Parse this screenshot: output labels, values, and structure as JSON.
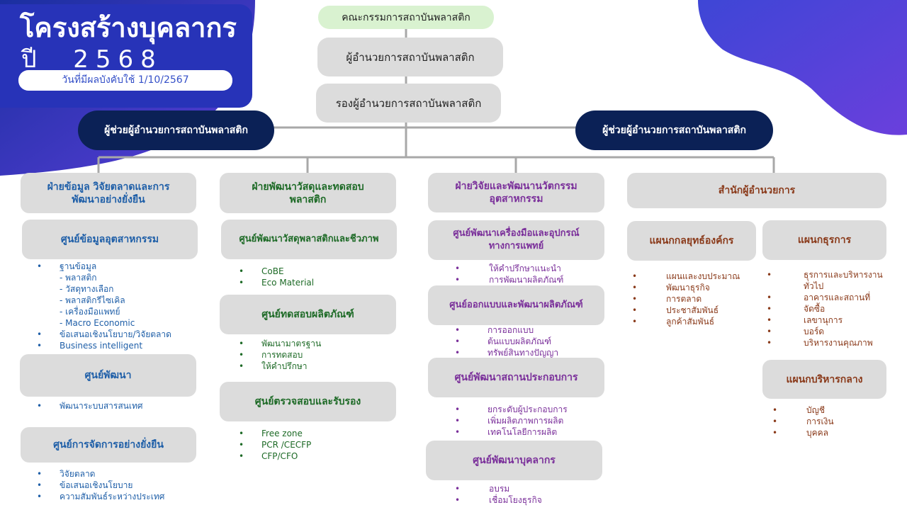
{
  "header": {
    "title": "โครงสร้างบุคลากร",
    "year": "ปี  2568",
    "effective": "วันที่มีผลบังคับใช้ 1/10/2567"
  },
  "top": {
    "committee": "คณะกรรมการสถาบันพลาสติก",
    "director": "ผู้อำนวยการสถาบันพลาสติก",
    "deputy": "รองผู้อำนวยการสถาบันพลาสติก",
    "assistant_left": "ผู้ช่วยผู้อำนวยการสถาบันพลาสติก",
    "assistant_right": "ผู้ช่วยผู้อำนวยการสถาบันพลาสติก"
  },
  "col1": {
    "head": "ฝ่ายข้อมูล วิจัยตลาดและการพัฒนาอย่างยั่งยืน",
    "c1": "ศูนย์ข้อมูลอุตสาหกรรม",
    "c1_items": [
      "ฐานข้อมูล",
      "- พลาสติก",
      "- วัสดุทางเลือก",
      "- พลาสติกรีไซเคิล",
      "- เครื่องมือแพทย์",
      "- Macro Economic",
      "ข้อเสนอเชิงนโยบาย/วิจัยตลาด",
      "Business intelligent"
    ],
    "c2": "ศูนย์พัฒนา",
    "c2_items": [
      "พัฒนาระบบสารสนเทศ"
    ],
    "c3": "ศูนย์การจัดการอย่างยั่งยืน",
    "c3_items": [
      "วิจัยตลาด",
      "ข้อเสนอเชิงนโยบาย",
      "ความสัมพันธ์ระหว่างประเทศ"
    ]
  },
  "col2": {
    "head": "ฝ่ายพัฒนาวัสดุและทดสอบพลาสติก",
    "c1": "ศูนย์พัฒนาวัสดุพลาสติกและชีวภาพ",
    "c1_items": [
      "CoBE",
      "Eco Material"
    ],
    "c2": "ศูนย์ทดสอบผลิตภัณฑ์",
    "c2_items": [
      "พัฒนามาตรฐาน",
      "การทดสอบ",
      "ให้คำปรึกษา"
    ],
    "c3": "ศูนย์ตรวจสอบและรับรอง",
    "c3_items": [
      "Free zone",
      "PCR /CECFP",
      "CFP/CFO"
    ]
  },
  "col3": {
    "head": "ฝ่ายวิจัยและพัฒนานวัตกรรมอุตสาหกรรม",
    "c1": "ศูนย์พัฒนาเครื่องมือและอุปกรณ์ทางการแพทย์",
    "c1_items": [
      "ให้คำปรึกษาแนะนำ",
      "การพัฒนาผลิตภัณฑ์"
    ],
    "c2": "ศูนย์ออกแบบและพัฒนาผลิตภัณฑ์",
    "c2_items": [
      "การออกแบบ",
      "ต้นแบบผลิตภัณฑ์",
      "ทรัพย์สินทางปัญญา"
    ],
    "c3": "ศูนย์พัฒนาสถานประกอบการ",
    "c3_items": [
      "ยกระดับผู้ประกอบการ",
      "เพิ่มผลิตภาพการผลิต",
      "เทคโนโลยีการผลิต"
    ],
    "c4": "ศูนย์พัฒนาบุคลากร",
    "c4_items": [
      "อบรม",
      "เชื่อมโยงธุรกิจ"
    ]
  },
  "col4": {
    "head": "สำนักผู้อำนวยการ",
    "s1": "แผนกกลยุทธ์องค์กร",
    "s1_items": [
      "แผนและงบประมาณ",
      "พัฒนาธุรกิจ",
      "การตลาด",
      "ประชาสัมพันธ์",
      "ลูกค้าสัมพันธ์"
    ],
    "s2": "แผนกธุรการ",
    "s2_items": [
      "ธุรการและบริหารงาน",
      "ทั่วไป",
      "อาคารและสถานที่",
      "จัดซื้อ",
      "เลขานุการ",
      "บอร์ด",
      "บริหารงานคุณภาพ"
    ],
    "s3": "แผนกบริหารกลาง",
    "s3_items": [
      "บัญชี",
      "การเงิน",
      "บุคคล"
    ]
  },
  "colors": {
    "navy": "#0b2156",
    "banner": "#2733b8",
    "accent_purple": "#5b3fd0",
    "box_gray": "#dcdcdc",
    "committee_green": "#d9f2d0",
    "line": "#a8a8a8"
  }
}
